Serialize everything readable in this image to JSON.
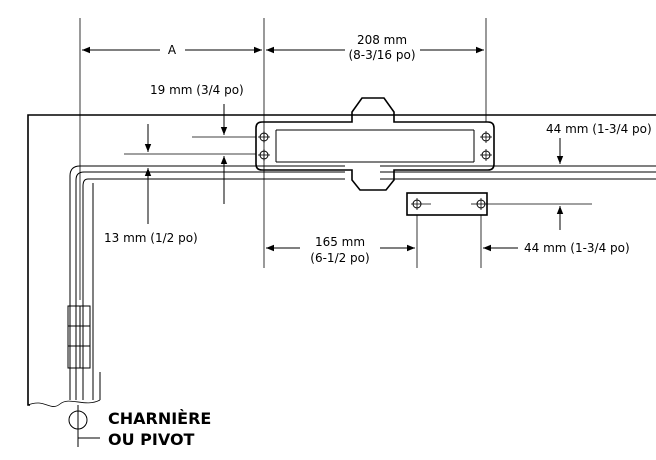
{
  "labels": {
    "dim_a": "A",
    "dim_208_mm": "208 mm",
    "dim_208_in": "(8-3/16 po)",
    "dim_19": "19 mm (3/4 po)",
    "dim_44_top": "44 mm (1-3/4 po)",
    "dim_13": "13 mm (1/2 po)",
    "dim_165_mm": "165 mm",
    "dim_165_in": "(6-1/2 po)",
    "dim_44_bottom": "44 mm (1-3/4 po)"
  },
  "callout": {
    "line1": "CHARNIÈRE",
    "line2": "OU PIVOT"
  }
}
